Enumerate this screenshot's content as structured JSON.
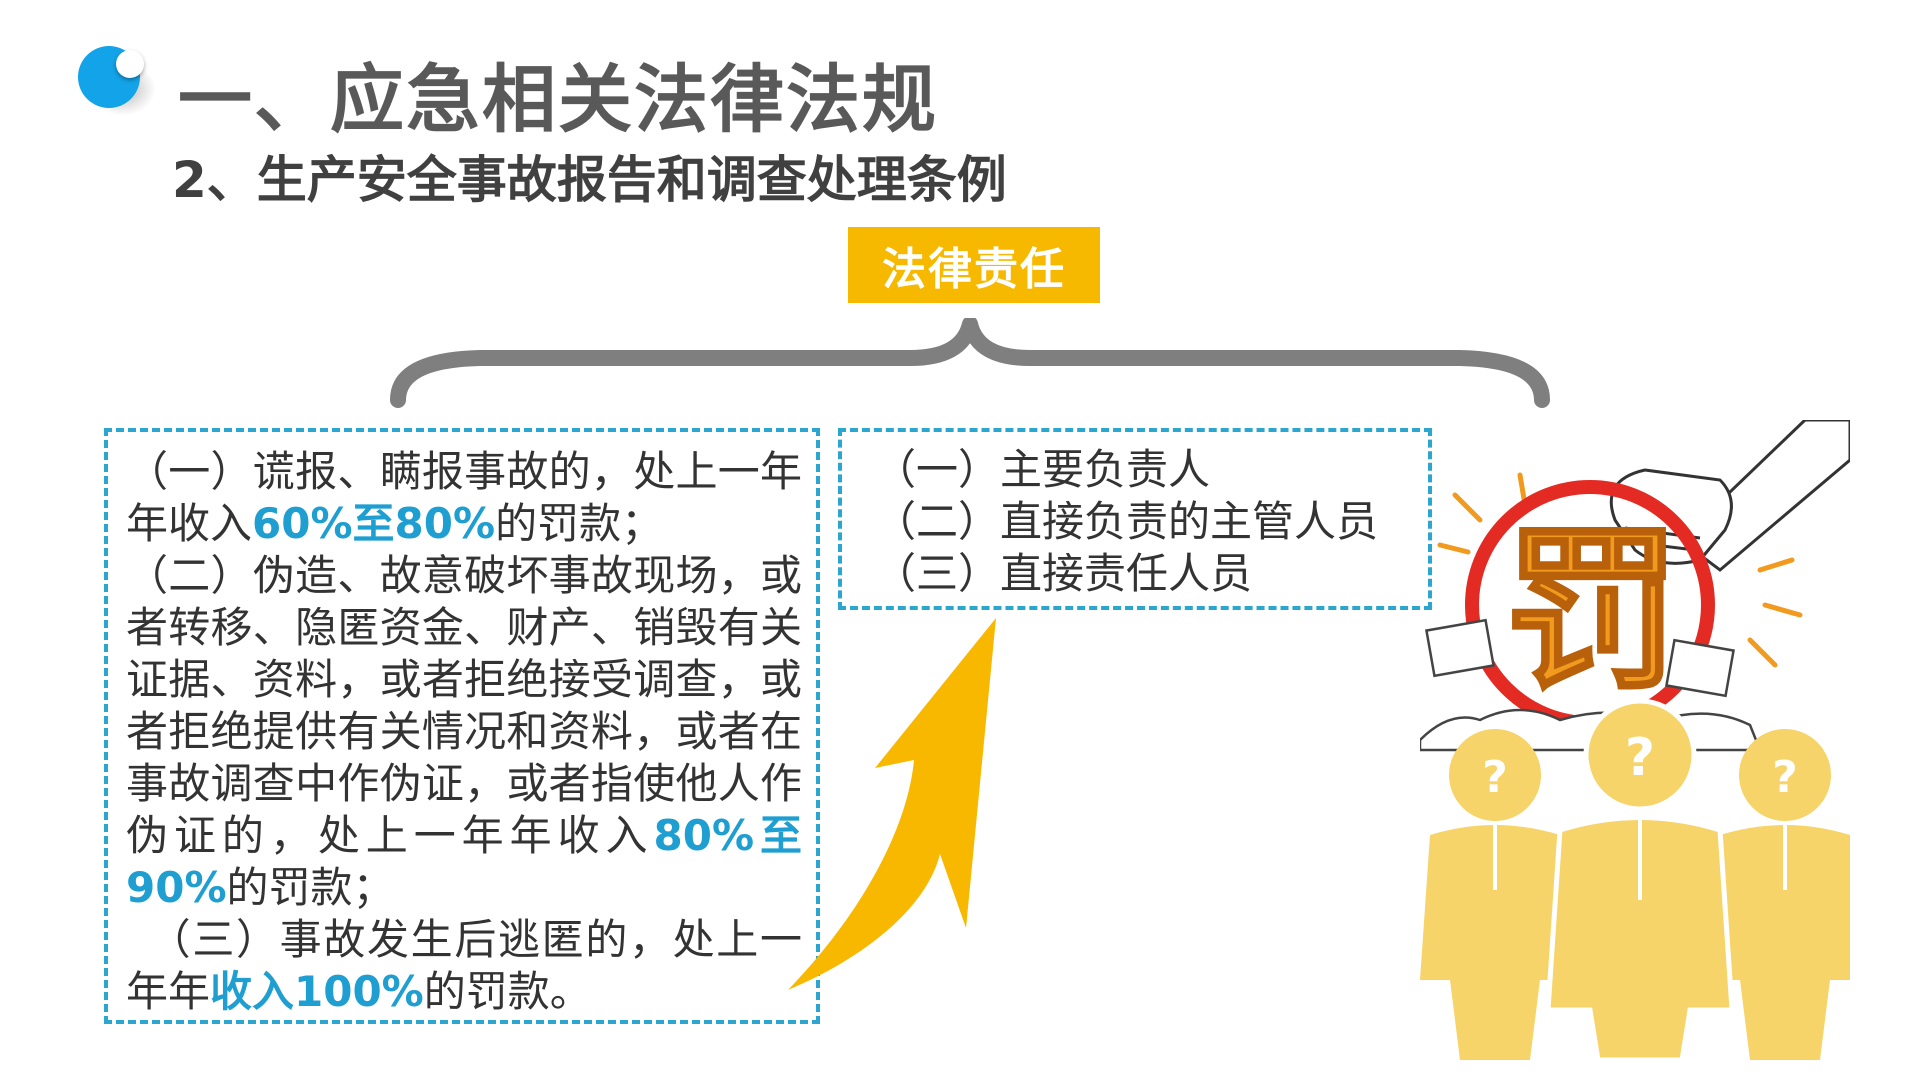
{
  "header": {
    "main_title": "一、应急相关法律法规",
    "sub_title": "2、生产安全事故报告和调查处理条例"
  },
  "tag": {
    "label": "法律责任"
  },
  "left_box": {
    "p1_a": "（一）谎报、瞒报事故的，处上一年年收入",
    "p1_hl": "60%至80%",
    "p1_b": "的罚款；",
    "p2_a": "（二）伪造、故意破坏事故现场，或者转移、隐匿资金、财产、销毁有关证据、资料，或者拒绝接受调查，或者拒绝提供有关情况和资料，或者在事故调查中作伪证，或者指使他人作伪证的，处上一年年收入",
    "p2_hl": "80%至90%",
    "p2_b": "的罚款；",
    "p3_a": "（三）事故发生后逃匿的，处上一年年",
    "p3_hl": "收入100%",
    "p3_b": "的罚款。"
  },
  "right_box": {
    "items": [
      "（一）主要负责人",
      "（二）直接负责的主管人员",
      "（三）直接责任人员"
    ]
  },
  "illustration": {
    "stamp_text": "罚",
    "question_mark": "?"
  },
  "colors": {
    "accent_blue": "#1e9ed1",
    "tag_yellow": "#f7b900",
    "arrow_yellow": "#f9b800",
    "brace_gray": "#7f7f7f",
    "figure_yellow": "#f6d46a",
    "stamp_red": "#e32b24",
    "stamp_orange": "#f29a1e"
  }
}
